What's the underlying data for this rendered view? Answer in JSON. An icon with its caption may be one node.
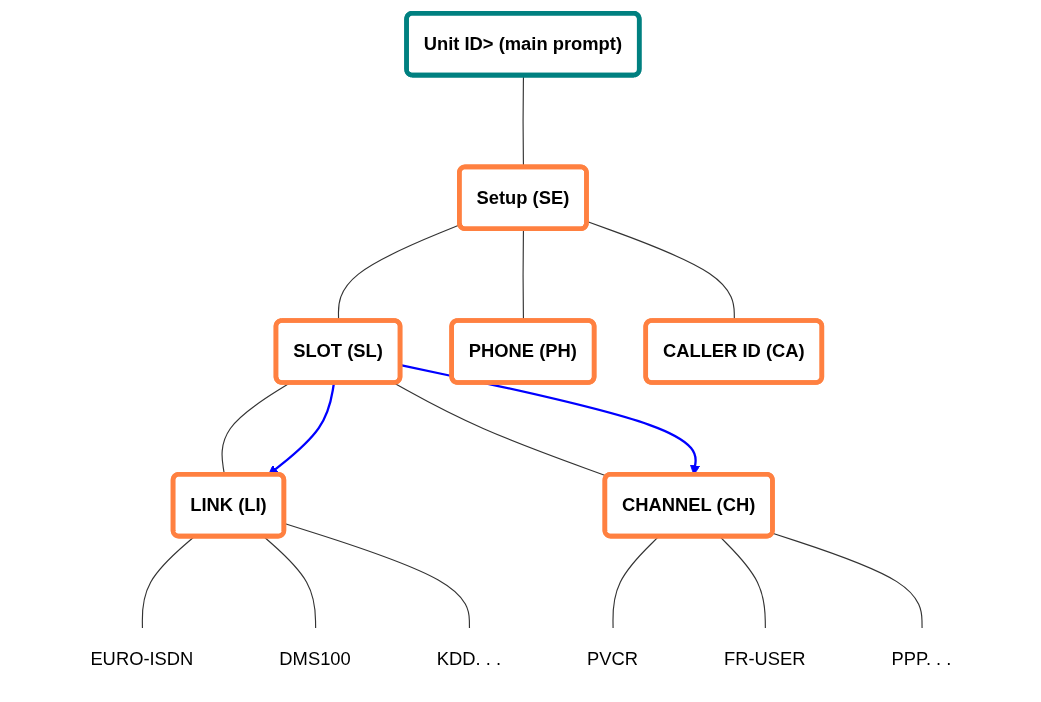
{
  "diagram": {
    "nodes": [
      {
        "text": [
          "Unit ID> (main prompt)"
        ]
      },
      {
        "text": [
          "Setup (SE)"
        ]
      },
      {
        "text": [
          "SLOT (SL)"
        ]
      },
      {
        "text": [
          "PHONE (PH)"
        ]
      },
      {
        "text": [
          "CALLER ID (CA)"
        ]
      },
      {
        "text": [
          "LINK (LI)"
        ]
      },
      {
        "text": [
          "CHANNEL (CH)"
        ]
      },
      {
        "text": [
          "EURO-ISDN"
        ]
      },
      {
        "text": [
          "DMS100"
        ]
      },
      {
        "text": [
          "KDD. . ."
        ]
      },
      {
        "text": [
          "PVCR"
        ]
      },
      {
        "text": [
          "FR-USER"
        ]
      },
      {
        "text": [
          "PPP. . ."
        ]
      }
    ],
    "edges": [
      {
        "from": 0,
        "to": 1,
        "arrow": "none"
      },
      {
        "from": 1,
        "to": 2,
        "arrow": "none"
      },
      {
        "from": 1,
        "to": 3,
        "arrow": "none"
      },
      {
        "from": 1,
        "to": 4,
        "arrow": "none"
      },
      {
        "from": 2,
        "to": 5,
        "arrow": "none"
      },
      {
        "from": 2,
        "to": 6,
        "arrow": "none"
      },
      {
        "from": 2,
        "to": 5,
        "arrow": "to",
        "color": "#0000ff"
      },
      {
        "from": 2,
        "to": 6,
        "arrow": "to",
        "color": "#0000ff"
      },
      {
        "from": 5,
        "to": 7,
        "arrow": "none"
      },
      {
        "from": 5,
        "to": 8,
        "arrow": "none"
      },
      {
        "from": 5,
        "to": 9,
        "arrow": "none"
      },
      {
        "from": 6,
        "to": 10,
        "arrow": "none"
      },
      {
        "from": 6,
        "to": 11,
        "arrow": "none"
      },
      {
        "from": 6,
        "to": 12,
        "arrow": "none"
      }
    ]
  }
}
